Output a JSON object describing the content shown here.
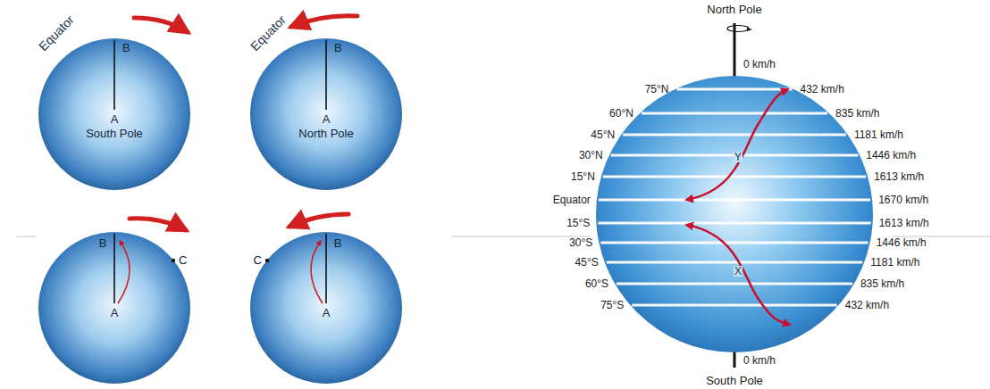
{
  "diagram": {
    "nodes": [
      {
        "text": [
          "Equator",
          "B",
          "A",
          "South Pole"
        ]
      },
      {
        "text": [
          "Equator",
          "B",
          "A",
          "North Pole"
        ]
      },
      {
        "text": [
          "B",
          "C",
          "A"
        ]
      },
      {
        "text": [
          "C",
          "B",
          "A"
        ]
      }
    ],
    "labels": [
      "North Pole",
      "0 km/h",
      "75°N",
      "432 km/h",
      "60°N",
      "835 km/h",
      "45°N",
      "1181 km/h",
      "30°N",
      "1446 km/h",
      "15°N",
      "1613 km/h",
      "Equator",
      "1670 km/h",
      "15°S",
      "1613 km/h",
      "30°S",
      "1446 km/h",
      "45°S",
      "1181 km/h",
      "60°S",
      "835 km/h",
      "75°S",
      "432 km/h",
      "0 km/h",
      "South Pole",
      "Y",
      "X"
    ]
  }
}
